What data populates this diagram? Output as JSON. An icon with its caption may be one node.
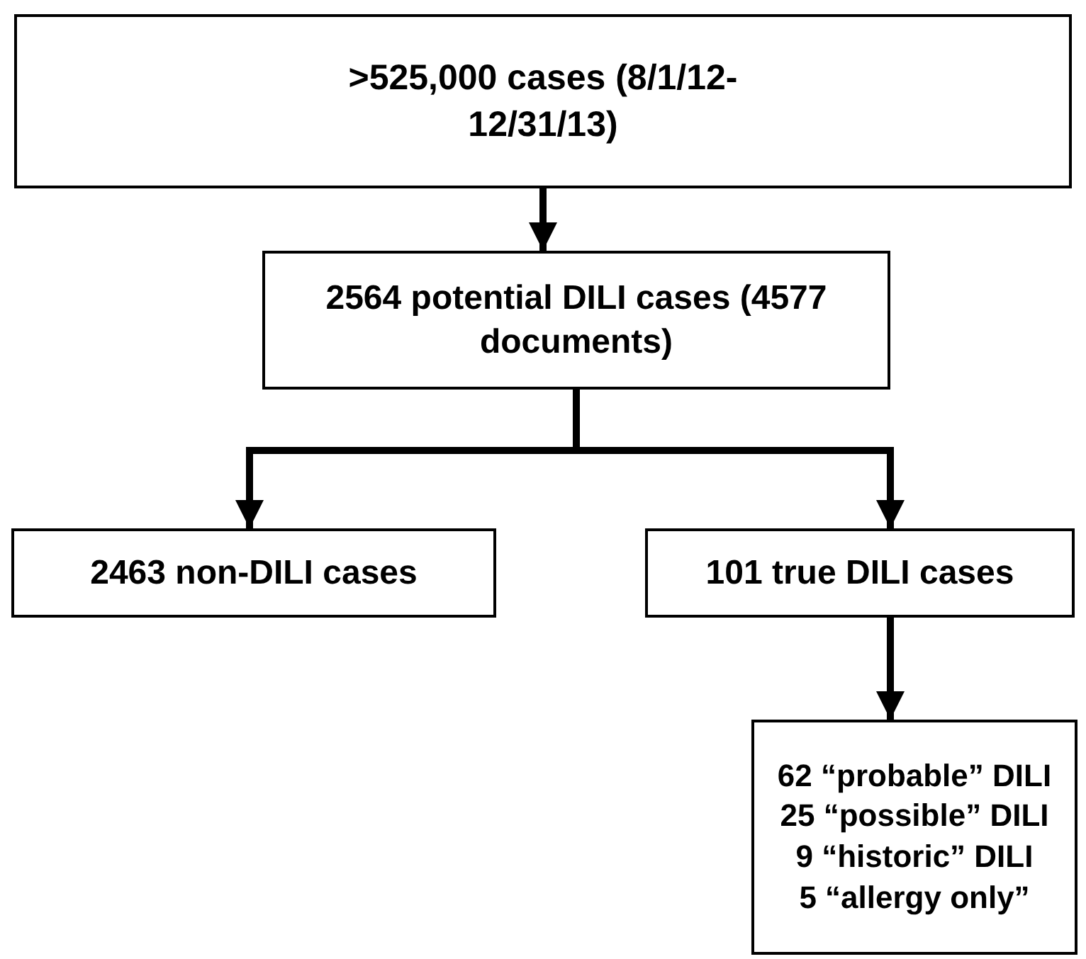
{
  "diagram": {
    "nodes": [
      {
        "text": [
          ">525,000 cases (8/1/12-12/31/13)"
        ]
      },
      {
        "text": [
          "2564 potential DILI cases (4577 documents)"
        ]
      },
      {
        "text": [
          "2463 non-DILI cases"
        ]
      },
      {
        "text": [
          "101 true DILI cases"
        ]
      },
      {
        "text": [
          "62 “probable” DILI",
          "25 “possible” DILI",
          "9 “historic” DILI",
          "5 “allergy only”"
        ]
      }
    ],
    "edges": [
      {
        "from": 0,
        "to": 1,
        "arrow": "to"
      },
      {
        "from": 1,
        "to": 2,
        "arrow": "to"
      },
      {
        "from": 1,
        "to": 3,
        "arrow": "to"
      },
      {
        "from": 3,
        "to": 4,
        "arrow": "to"
      }
    ]
  }
}
